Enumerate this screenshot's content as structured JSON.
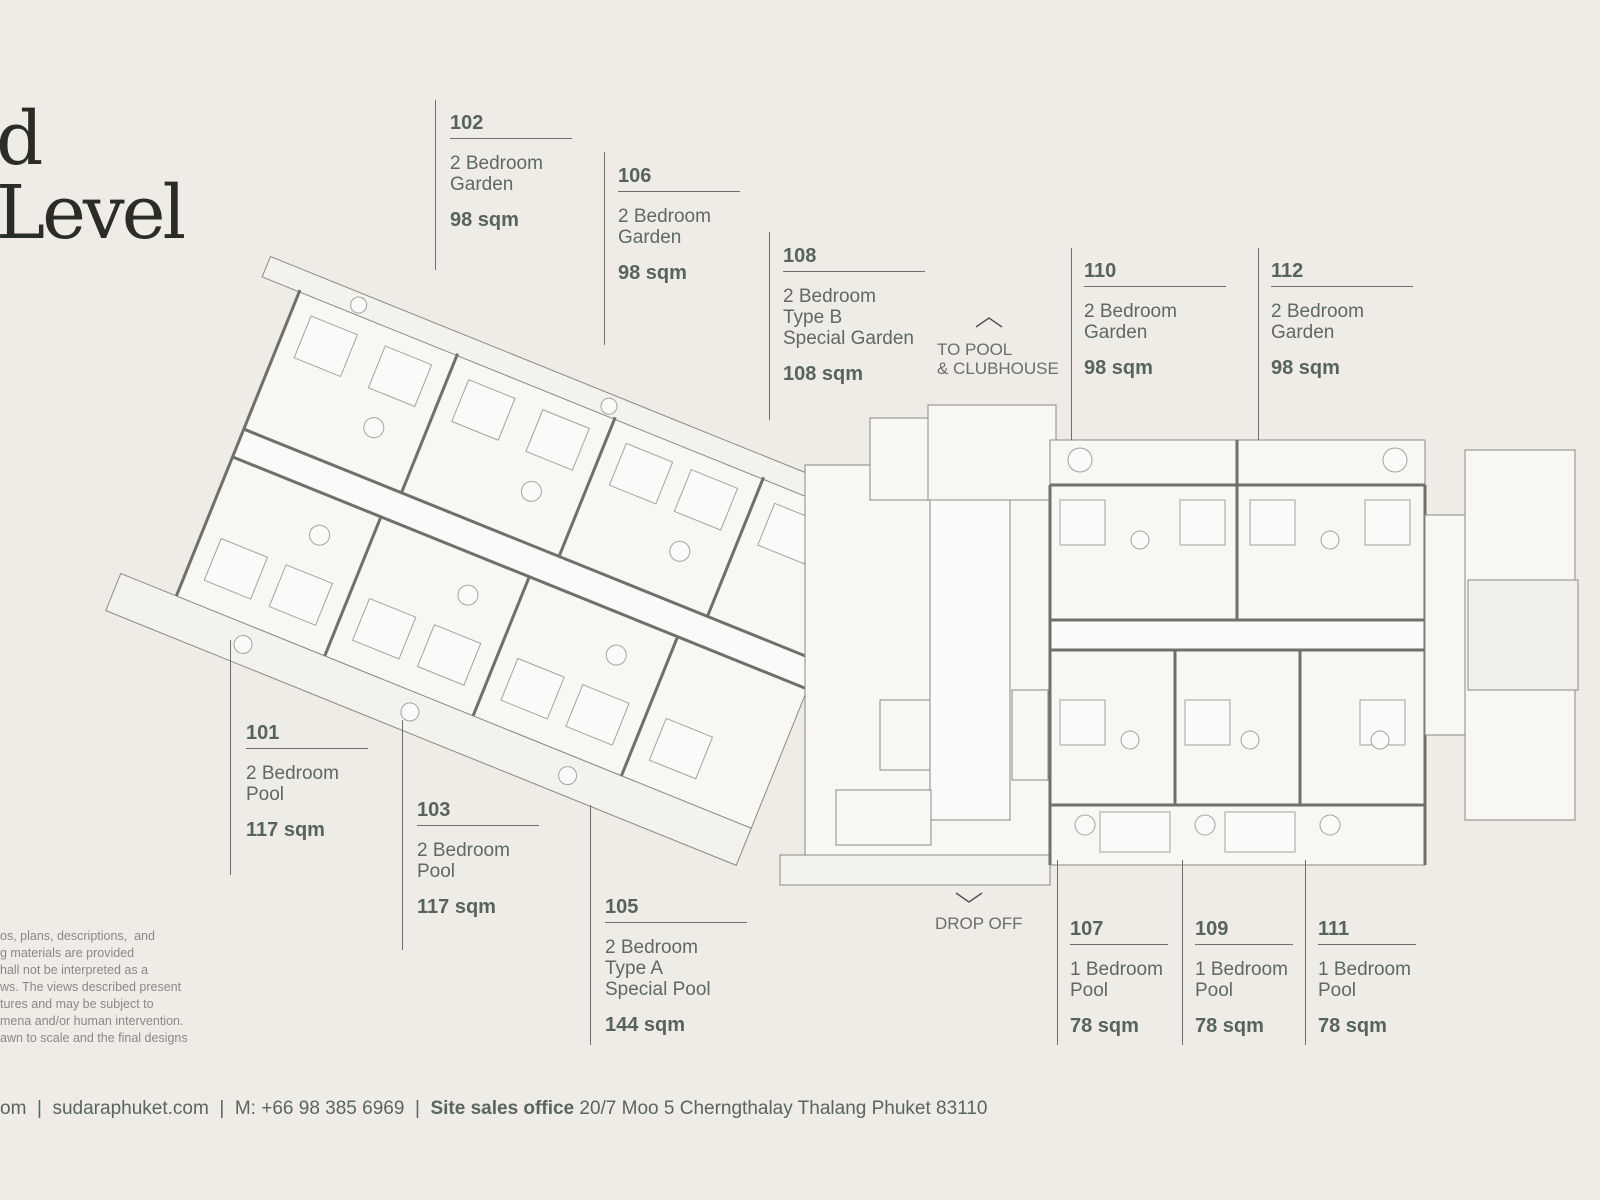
{
  "title": {
    "line1": "d",
    "line2": "Level"
  },
  "units": [
    {
      "number": "102",
      "type_lines": [
        "2 Bedroom",
        "Garden"
      ],
      "area": "98 sqm"
    },
    {
      "number": "106",
      "type_lines": [
        "2 Bedroom",
        "Garden"
      ],
      "area": "98 sqm"
    },
    {
      "number": "108",
      "type_lines": [
        "2 Bedroom",
        "Type B",
        "Special Garden"
      ],
      "area": "108 sqm"
    },
    {
      "number": "110",
      "type_lines": [
        "2 Bedroom",
        "Garden"
      ],
      "area": "98 sqm"
    },
    {
      "number": "112",
      "type_lines": [
        "2 Bedroom",
        "Garden"
      ],
      "area": "98 sqm"
    },
    {
      "number": "101",
      "type_lines": [
        "2 Bedroom",
        "Pool"
      ],
      "area": "117 sqm"
    },
    {
      "number": "103",
      "type_lines": [
        "2 Bedroom",
        "Pool"
      ],
      "area": "117 sqm"
    },
    {
      "number": "105",
      "type_lines": [
        "2 Bedroom",
        "Type A",
        "Special Pool"
      ],
      "area": "144 sqm"
    },
    {
      "number": "107",
      "type_lines": [
        "1 Bedroom",
        "Pool"
      ],
      "area": "78 sqm"
    },
    {
      "number": "109",
      "type_lines": [
        "1 Bedroom",
        "Pool"
      ],
      "area": "78 sqm"
    },
    {
      "number": "111",
      "type_lines": [
        "1 Bedroom",
        "Pool"
      ],
      "area": "78 sqm"
    }
  ],
  "directions": {
    "pool": {
      "line1": "TO POOL",
      "line2": "& CLUBHOUSE"
    },
    "dropoff": "DROP OFF"
  },
  "disclaimer": "os, plans, descriptions,  and\ng materials are provided\nhall not be interpreted as a\nws. The views described present\ntures and may be subject to\nmena and/or human intervention.\nawn to scale and the final designs",
  "footer": {
    "email_fragment": "om",
    "website": "sudaraphuket.com",
    "mobile": "M: +66 98 385 6969",
    "office_label": "Site sales office",
    "office_address": "20/7 Moo 5 Cherngthalay Thalang Phuket 83110",
    "separator": "|"
  },
  "colors": {
    "background": "#efebe5",
    "accent": "#56655a",
    "plan_fill": "#f8f7f4",
    "wall": "#7a7a76"
  }
}
